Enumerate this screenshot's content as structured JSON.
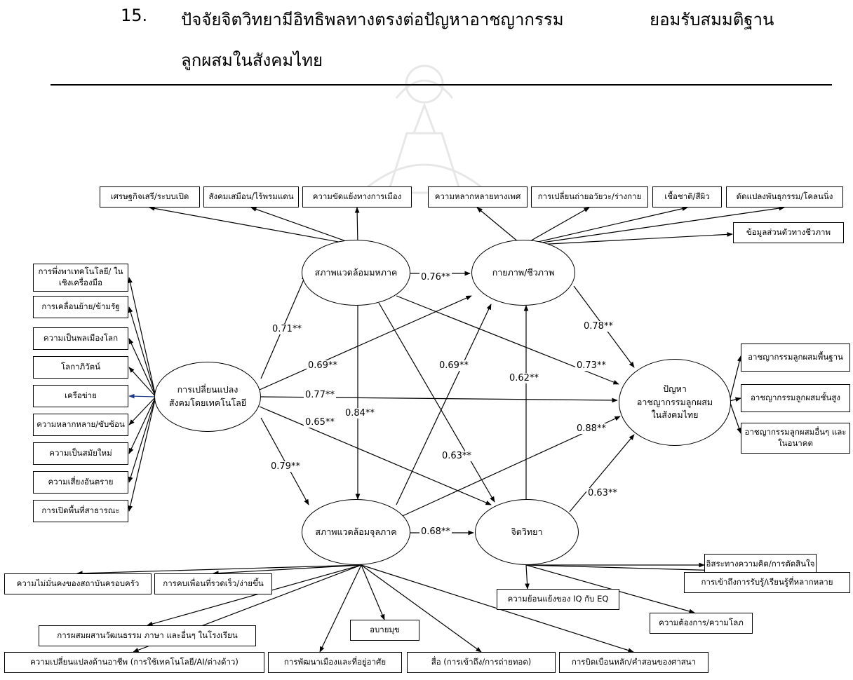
{
  "heading": {
    "number": "15.",
    "text": "ปัจจัยจิตวิทยามีอิทธิพลทางตรงต่อปัญหาอาชญากรรม",
    "status": "ยอมรับสมมติฐาน",
    "line2": "ลูกผสมในสังคมไทย"
  },
  "constructs": {
    "tech": "การเปลี่ยนแปลง\nสังคมโดยเทคโนโลยี",
    "macro": "สภาพแวดล้อมมหภาค",
    "bio": "กายภาพ/ชีวภาพ",
    "problem": "ปัญหา\nอาชญากรรมลูกผสม\nในสังคมไทย",
    "micro": "สภาพแวดล้อมจุลภาค",
    "psych": "จิตวิทยา"
  },
  "tech_indicators": [
    "การพึ่งพาเทคโนโลยี/ ในเชิงเครื่องมือ",
    "การเคลื่อนย้าย/ข้ามรัฐ",
    "ความเป็นพลเมืองโลก",
    "โลกาภิวัตน์",
    "เครือข่าย",
    "ความหลากหลาย/ซับซ้อน",
    "ความเป็นสมัยใหม่",
    "ความเสี่ยงอันตราย",
    "การเปิดพื้นที่สาธารณะ"
  ],
  "macro_indicators": [
    "เศรษฐกิจเสรี/ระบบเปิด",
    "สังคมเสมือน/ไร้พรมแดน",
    "ความขัดแย้งทางการเมือง"
  ],
  "bio_indicators": [
    "ความหลากหลายทางเพศ",
    "การเปลี่ยนถ่ายอวัยวะ/ร่างกาย",
    "เชื้อชาติ/สีผิว",
    "ดัดแปลงพันธุกรรม/โคลนนิ่ง",
    "ข้อมูลส่วนตัวทางชีวภาพ"
  ],
  "problem_indicators": [
    "อาชญากรรมลูกผสมพื้นฐาน",
    "อาชญากรรมลูกผสมชั้นสูง",
    "อาชญากรรมลูกผสมอื่นๆ และในอนาคต"
  ],
  "psych_indicators": [
    "อิสระทางความคิด/การตัดสินใจ",
    "การเข้าถึงการรับรู้/เรียนรู้ที่หลากหลาย",
    "ความย้อนแย้งของ IQ กับ EQ",
    "ความต้องการ/ความโลภ"
  ],
  "micro_indicators": [
    "ความไม่มั่นคงของสถาบันครอบครัว",
    "การคบเพื่อนที่รวดเร็ว/ง่ายขึ้น",
    "การผสมผสานวัฒนธรรม ภาษา และอื่นๆ ในโรงเรียน",
    "อบายมุข",
    "ความเปลี่ยนแปลงด้านอาชีพ (การใช้เทคโนโลยี/AI/ต่างด้าว)",
    "การพัฒนาเมืองและที่อยู่อาศัย",
    "สื่อ (การเข้าถึง/การถ่ายทอด)",
    "การบิดเบือนหลัก/คำสอนของศาสนา"
  ],
  "paths": [
    {
      "from": "tech",
      "to": "macro",
      "coef": "0.71**"
    },
    {
      "from": "tech",
      "to": "bio",
      "coef": "0.69**"
    },
    {
      "from": "tech",
      "to": "problem",
      "coef": "0.77**"
    },
    {
      "from": "tech",
      "to": "psych",
      "coef": "0.65**"
    },
    {
      "from": "tech",
      "to": "micro",
      "coef": "0.79**"
    },
    {
      "from": "macro",
      "to": "bio",
      "coef": "0.76**"
    },
    {
      "from": "macro",
      "to": "micro",
      "coef": "0.84**"
    },
    {
      "from": "macro",
      "to": "problem",
      "coef": "0.73**"
    },
    {
      "from": "macro",
      "to": "psych",
      "coef": "0.63**"
    },
    {
      "from": "micro",
      "to": "bio",
      "coef": "0.69**"
    },
    {
      "from": "micro",
      "to": "psych",
      "coef": "0.68**"
    },
    {
      "from": "micro",
      "to": "problem",
      "coef": "0.88**"
    },
    {
      "from": "psych",
      "to": "bio",
      "coef": "0.62**"
    },
    {
      "from": "bio",
      "to": "problem",
      "coef": "0.78**"
    },
    {
      "from": "psych",
      "to": "problem",
      "coef": "0.63**"
    }
  ],
  "colors": {
    "line": "#000000",
    "network_arrow": "#1f3b8a"
  }
}
